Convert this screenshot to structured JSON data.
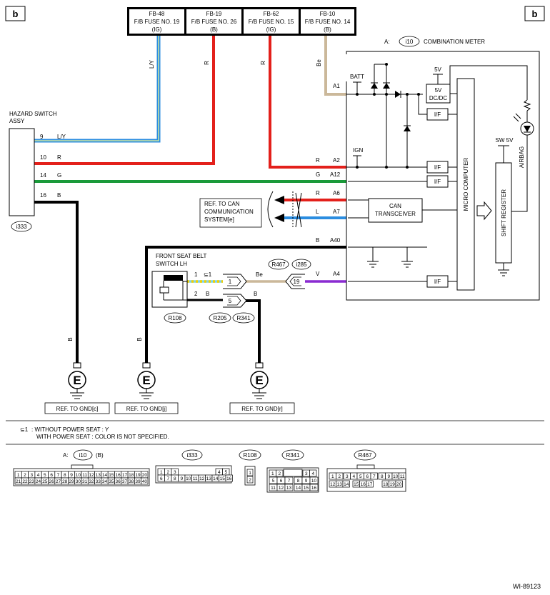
{
  "page_marker": "b",
  "fuses": [
    {
      "id": "FB-48",
      "name": "F/B FUSE NO. 19",
      "type": "(IG)",
      "wire": "L/Y"
    },
    {
      "id": "FB-19",
      "name": "F/B FUSE NO. 26",
      "type": "(B)",
      "wire": "R"
    },
    {
      "id": "FB-62",
      "name": "F/B FUSE NO. 15",
      "type": "(IG)",
      "wire": "R"
    },
    {
      "id": "FB-10",
      "name": "F/B FUSE NO. 14",
      "type": "(B)",
      "wire": "Be"
    }
  ],
  "combination_meter": {
    "prefix": "A:",
    "connector": "i10",
    "title": "COMBINATION METER",
    "batt": "BATT",
    "ign": "IGN",
    "v5": "5V",
    "dcdc_1": "5V",
    "dcdc_2": "DC/DC",
    "if_label": "I/F",
    "sw5v": "SW 5V",
    "airbag": "AIRBAG",
    "micro": "MICRO COMPUTER",
    "shift": "SHIFT REGISTER",
    "can_1": "CAN",
    "can_2": "TRANSCEIVER"
  },
  "meter_pins": [
    {
      "color": "",
      "pin": "A1"
    },
    {
      "color": "R",
      "pin": "A2"
    },
    {
      "color": "G",
      "pin": "A12"
    },
    {
      "color": "R",
      "pin": "A6"
    },
    {
      "color": "L",
      "pin": "A7"
    },
    {
      "color": "B",
      "pin": "A40"
    },
    {
      "color": "V",
      "pin": "A4"
    }
  ],
  "hazard_switch": {
    "title_1": "HAZARD SWITCH",
    "title_2": "ASSY",
    "connector": "i333",
    "pins": [
      {
        "pin": "9",
        "color": "L/Y"
      },
      {
        "pin": "10",
        "color": "R"
      },
      {
        "pin": "14",
        "color": "G"
      },
      {
        "pin": "16",
        "color": "B"
      }
    ]
  },
  "can_ref": {
    "line1": "REF. TO CAN",
    "line2": "COMMUNICATION",
    "line3": "SYSTEM[e]"
  },
  "seat_belt": {
    "title_1": "FRONT SEAT BELT",
    "title_2": "SWITCH LH",
    "connector": "R108",
    "pin1": "1",
    "pin1_note": "⊆1",
    "pin2": "2",
    "pin2_color": "B"
  },
  "harness": {
    "wire_be": "Be",
    "wire_b": "B",
    "conn_r205": "R205",
    "conn_r341": "R341",
    "conn_r467": "R467",
    "conn_i285": "i285",
    "pin_1": "1",
    "pin_5": "5",
    "pin_19": "19"
  },
  "grounds": [
    {
      "wire": "B",
      "symbol": "E",
      "ref": "REF. TO GND[c]"
    },
    {
      "wire": "B",
      "symbol": "E",
      "ref": "REF. TO GND[j]"
    },
    {
      "wire": "",
      "symbol": "E",
      "ref": "REF. TO GND[r]"
    }
  ],
  "footnote": {
    "mark": "⊆1",
    "line1": ": WITHOUT POWER SEAT  : Y",
    "line2": "WITH POWER SEAT  : COLOR IS NOT SPECIFIED."
  },
  "connector_views": {
    "i10_prefix": "A:",
    "i10": "i10",
    "i10_suffix": "(B)",
    "i10_row1": [
      "1",
      "2",
      "3",
      "4",
      "5",
      "6",
      "7",
      "8",
      "9",
      "10",
      "11",
      "12",
      "13",
      "14",
      "15",
      "16",
      "17",
      "18",
      "19",
      "20"
    ],
    "i10_row2": [
      "21",
      "22",
      "23",
      "24",
      "25",
      "26",
      "27",
      "28",
      "29",
      "30",
      "31",
      "32",
      "33",
      "34",
      "35",
      "36",
      "37",
      "38",
      "39",
      "40"
    ],
    "i333": "i333",
    "i333_row1a": [
      "1",
      "2",
      "3"
    ],
    "i333_row1b": [
      "4",
      "5"
    ],
    "i333_row2": [
      "6",
      "7",
      "8",
      "9",
      "10",
      "11",
      "12",
      "13",
      "14",
      "15",
      "16"
    ],
    "r108": "R108",
    "r108_pins": [
      "1",
      "2"
    ],
    "r341": "R341",
    "r341_row1a": [
      "1",
      "2"
    ],
    "r341_row1b": [
      "3",
      "4"
    ],
    "r341_row2": [
      "5",
      "6",
      "7",
      "8",
      "9",
      "10"
    ],
    "r341_row3": [
      "11",
      "12",
      "13",
      "14",
      "15",
      "16"
    ],
    "r467": "R467",
    "r467_row1": [
      "1",
      "2",
      "3",
      "4",
      "5",
      "6",
      "7",
      "8",
      "9",
      "10",
      "11"
    ],
    "r467_row2": [
      "12",
      "13",
      "14",
      "15",
      "16",
      "17",
      "18",
      "19",
      "20"
    ]
  },
  "doc_id": "WI-89123",
  "colors": {
    "red": "#e3201b",
    "green": "#1a9a3a",
    "blue": "#2b8de0",
    "cyan": "#7fd3e8",
    "beige": "#cbb89a",
    "violet": "#8a2bd1",
    "yellow": "#f4d000",
    "black": "#000000"
  }
}
